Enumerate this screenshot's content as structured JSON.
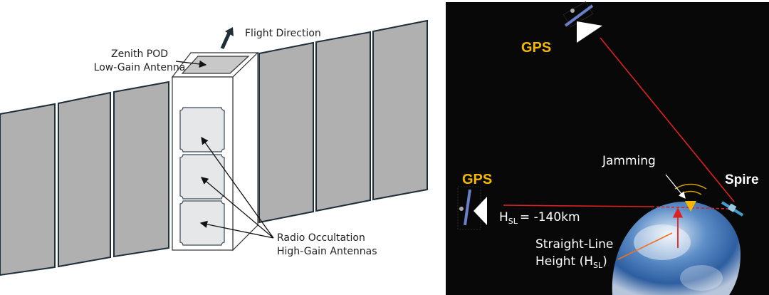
{
  "left_panel": {
    "flight_direction": "Flight Direction",
    "zenith_line1": "Zenith POD",
    "zenith_line2": "Low-Gain Antenna",
    "ro_line1": "Radio Occultation",
    "ro_line2": "High-Gain Antennas"
  },
  "right_panel": {
    "gps_top": "GPS",
    "gps_bottom": "GPS",
    "spire": "Spire",
    "jamming": "Jamming",
    "hsl_prefix": "H",
    "hsl_sub": "SL",
    "hsl_value": "= -140km",
    "sl_line1": "Straight-Line",
    "sl_line2_prefix": "Height (H",
    "sl_line2_sub": "SL",
    "sl_line2_suffix": ")"
  },
  "colors": {
    "gps_label": "#f5b800",
    "signal_line": "#e02020",
    "panel_fill": "#b0b0b0",
    "panel_border": "#1e2f3a"
  }
}
